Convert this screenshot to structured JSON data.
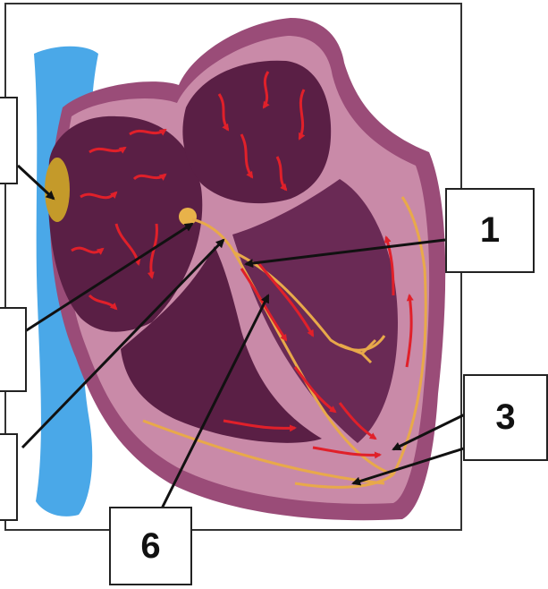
{
  "labels": {
    "box_1": "1",
    "box_3": "3",
    "box_6": "6"
  },
  "colors": {
    "heart_outer": "#9a4c78",
    "heart_wall": "#c98aa8",
    "chamber_dark": "#5a1f45",
    "vein": "#4aa8e8",
    "conduction": "#e8a94a",
    "impulse_arrow": "#e0202a",
    "node": "#d4a94a"
  }
}
